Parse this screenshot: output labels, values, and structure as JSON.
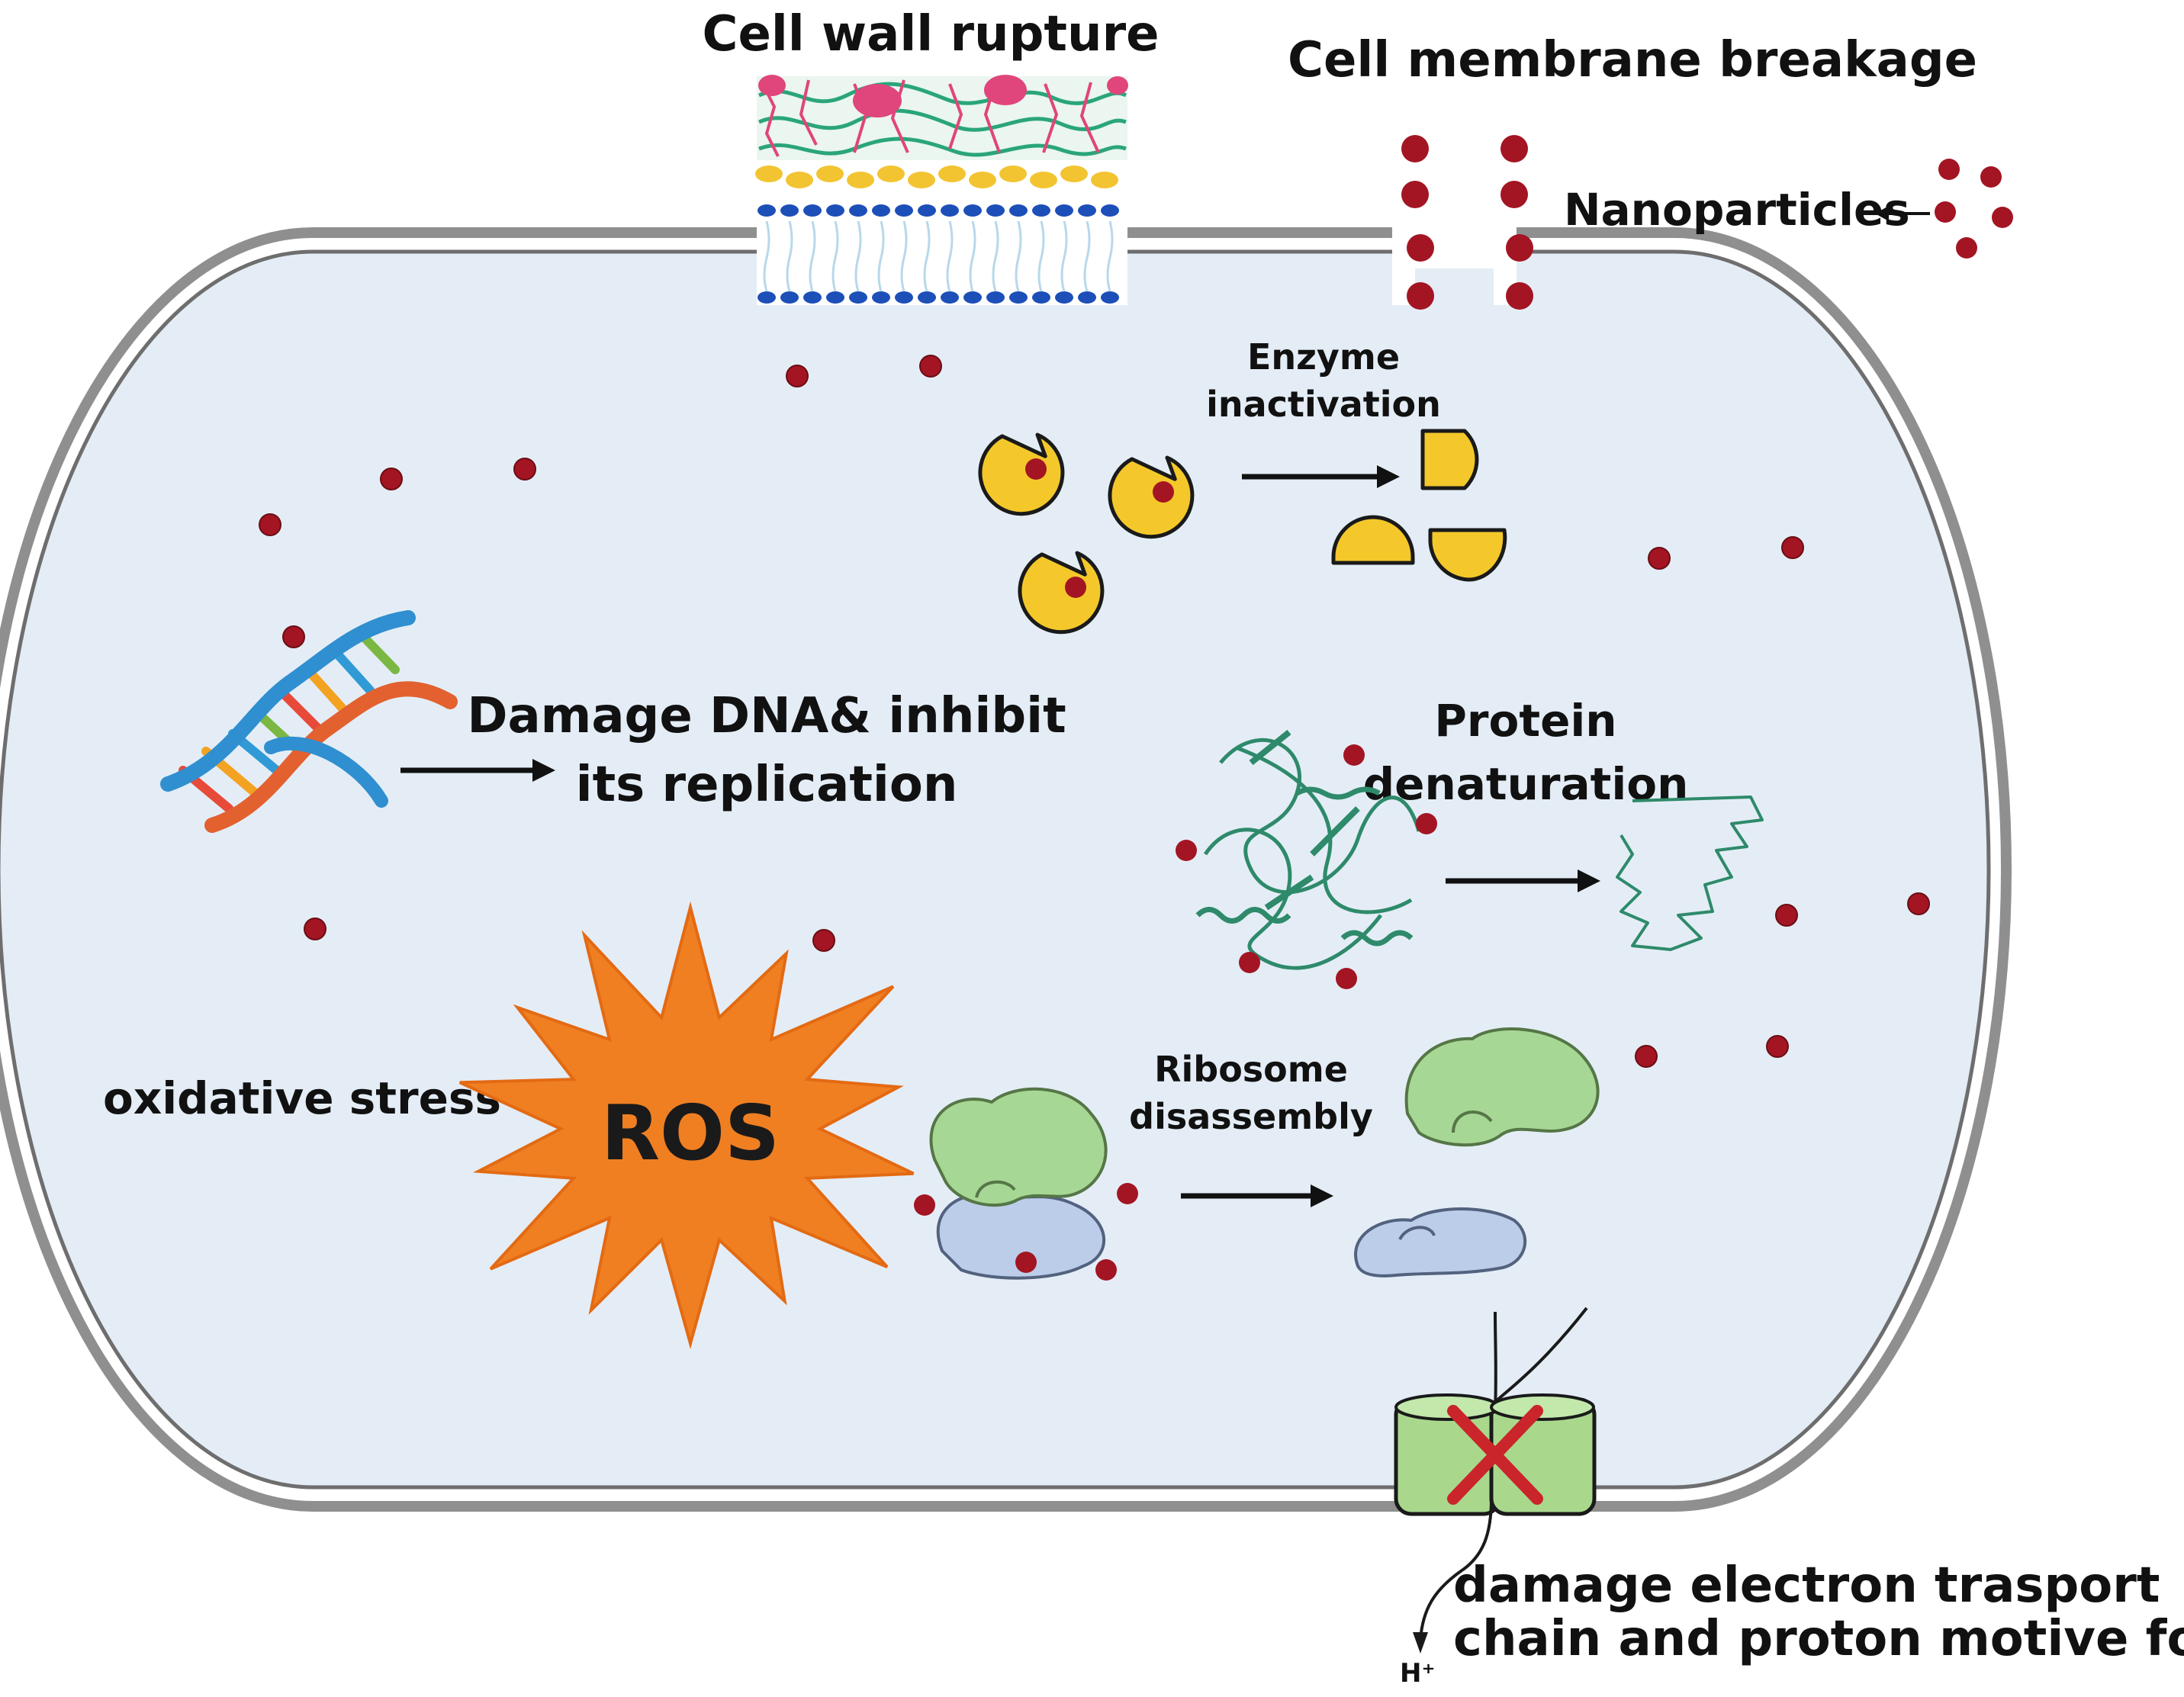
{
  "labels": {
    "cell_wall": "Cell wall rupture",
    "cell_membrane": "Cell membrane breakage",
    "nanoparticles": "Nanoparticles",
    "enzyme_line1": "Enzyme",
    "enzyme_line2": "inactivation",
    "dna_line1": "Damage DNA& inhibit",
    "dna_line2": "its replication",
    "protein_line1": "Protein",
    "protein_line2": "denaturation",
    "ribosome_line1": "Ribosome",
    "ribosome_line2": "disassembly",
    "oxidative": "oxidative stress",
    "ros": "ROS",
    "etc_line1": "damage electron trasport",
    "etc_line2": "chain and proton motive force",
    "proton": "H⁺"
  },
  "colors": {
    "cytoplasm": "#e4edf6",
    "nanoparticle": "#a31523",
    "enzyme": "#f4c82a",
    "ribosome_large": "#a7d795",
    "ribosome_small": "#bccde9",
    "ros_burst": "#f07f22",
    "protein": "#2e8a6a",
    "channel": "#a9d88d",
    "cross": "#c9252a"
  }
}
